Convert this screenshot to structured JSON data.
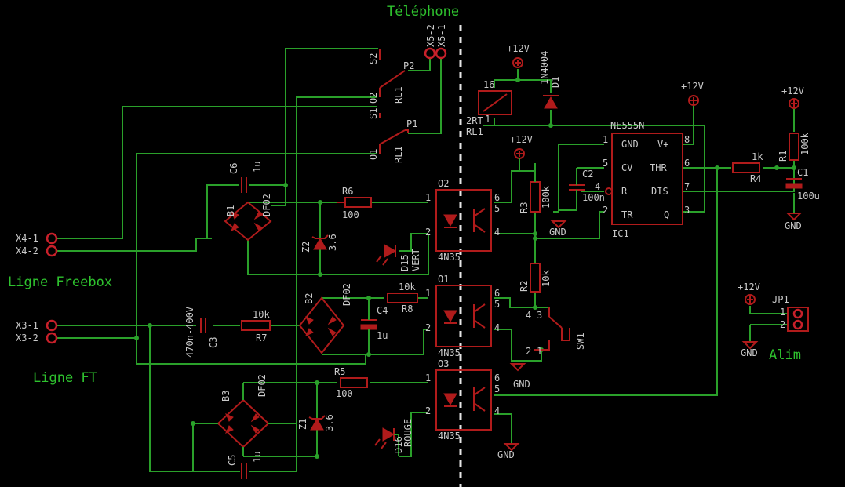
{
  "title": "Téléphone",
  "labels": {
    "ligne_freebox": "Ligne Freebox",
    "ligne_ft": "Ligne FT",
    "alim": "Alim"
  },
  "connectors": {
    "x4_1": "X4-1",
    "x4_2": "X4-2",
    "x3_1": "X3-1",
    "x3_2": "X3-2",
    "x5_2": "X5-2",
    "x5_1": "X5-1",
    "jp1": "JP1",
    "jp1_pin1": "1",
    "jp1_pin2": "2"
  },
  "relay": {
    "s2": "S2",
    "p2": "P2",
    "o2": "O2",
    "rl1_a": "RL1",
    "s1": "S1",
    "p1": "P1",
    "o1": "O1",
    "rl1_b": "RL1",
    "coil_pin16": "16",
    "coil_pin1": "1",
    "coil_name": "2RT",
    "coil_ref": "RL1"
  },
  "power": {
    "vcc_relay": "+12V",
    "vcc_opto": "+12V",
    "vcc_555": "+12V",
    "vcc_r1": "+12V",
    "vcc_jp": "+12V",
    "gnd_r3": "GND",
    "gnd_c1": "GND",
    "gnd_jp": "GND",
    "gnd_sw": "GND",
    "gnd_o3": "GND"
  },
  "components": {
    "d1_name": "D1",
    "d1_value": "1N4004",
    "c6_name": "C6",
    "c6_value": "1u",
    "b1_name": "B1",
    "b1_value": "DF02",
    "r6_name": "R6",
    "r6_value": "100",
    "z2_name": "Z2",
    "z2_value": "3.6",
    "d15_name": "D15",
    "d15_value": "VERT",
    "o2_name": "O2",
    "o2_value": "4N35",
    "r3_name": "R3",
    "r3_value": "100k",
    "c2_name": "C2",
    "c2_value": "100n",
    "r2_name": "R2",
    "r2_value": "10k",
    "b2_name": "B2",
    "b2_value": "DF02",
    "c4_name": "C4",
    "c4_value": "1u",
    "r8_name": "R8",
    "r8_value": "10k",
    "o1_name": "O1",
    "o1_value": "4N35",
    "c3_name": "C3",
    "c3_value": "470n-400V",
    "r7_name": "R7",
    "r7_value": "10k",
    "sw1_name": "SW1",
    "r5_name": "R5",
    "r5_value": "100",
    "o3_name": "O3",
    "o3_value": "4N35",
    "b3_name": "B3",
    "b3_value": "DF02",
    "z1_name": "Z1",
    "z1_value": "3.6",
    "d16_name": "D16",
    "d16_value": "ROUGE",
    "c5_name": "C5",
    "c5_value": "1u",
    "ic1_name": "IC1",
    "ic1_value": "NE555N",
    "r4_name": "R4",
    "r4_value": "1k",
    "r1_name": "R1",
    "r1_value": "100k",
    "c1_name": "C1",
    "c1_value": "100u"
  },
  "ic_pins": {
    "gnd": "GND",
    "vplus": "V+",
    "cv": "CV",
    "thr": "THR",
    "r": "R",
    "dis": "DIS",
    "tr": "TR",
    "q": "Q",
    "n1": "1",
    "n8": "8",
    "n5": "5",
    "n6": "6",
    "n4": "4",
    "n7": "7",
    "n2": "2",
    "n3": "3"
  },
  "opto_pins": {
    "a": "1",
    "k": "2",
    "c": "5",
    "e": "4",
    "b": "6"
  },
  "sw_pins": {
    "p1": "1",
    "p2": "2",
    "p3": "3",
    "p4": "4"
  }
}
